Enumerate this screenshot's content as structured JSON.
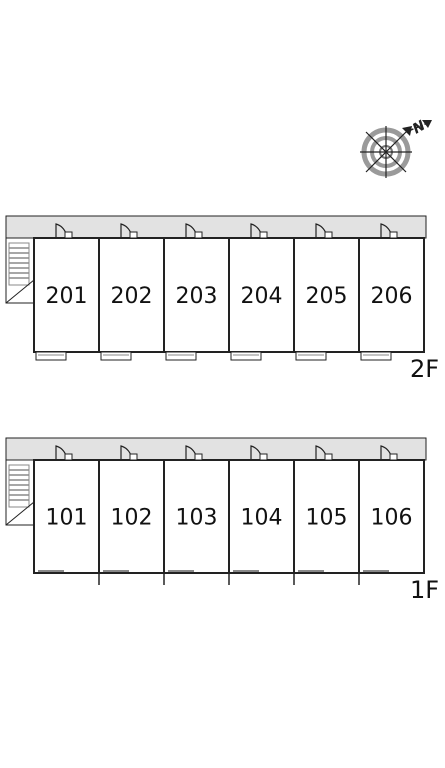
{
  "compass": {
    "icon": "compass-north-icon",
    "north_label": "N"
  },
  "floors": [
    {
      "label": "2F",
      "units": [
        "201",
        "202",
        "203",
        "204",
        "205",
        "206"
      ],
      "has_balconies": true
    },
    {
      "label": "1F",
      "units": [
        "101",
        "102",
        "103",
        "104",
        "105",
        "106"
      ],
      "has_balconies": false
    }
  ],
  "colors": {
    "corridor": "#e2e2e2",
    "stair": "#8a8a8a",
    "line": "#222222"
  }
}
